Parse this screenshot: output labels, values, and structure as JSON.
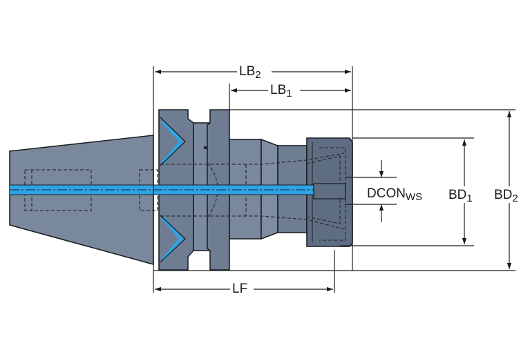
{
  "labels": {
    "lb2": {
      "main": "LB",
      "sub": "2"
    },
    "lb1": {
      "main": "LB",
      "sub": "1"
    },
    "bd1": {
      "main": "BD",
      "sub": "1"
    },
    "bd2": {
      "main": "BD",
      "sub": "2"
    },
    "dcon": {
      "main": "DCON",
      "sub": "WS"
    },
    "lf": {
      "main": "LF"
    }
  },
  "colors": {
    "body": "#6e7d92",
    "body_light": "#8a97a9",
    "body_dark": "#56647a",
    "coolant": "#2fa3e6",
    "outline": "#1c1f24",
    "dimension": "#1a1a1a"
  }
}
